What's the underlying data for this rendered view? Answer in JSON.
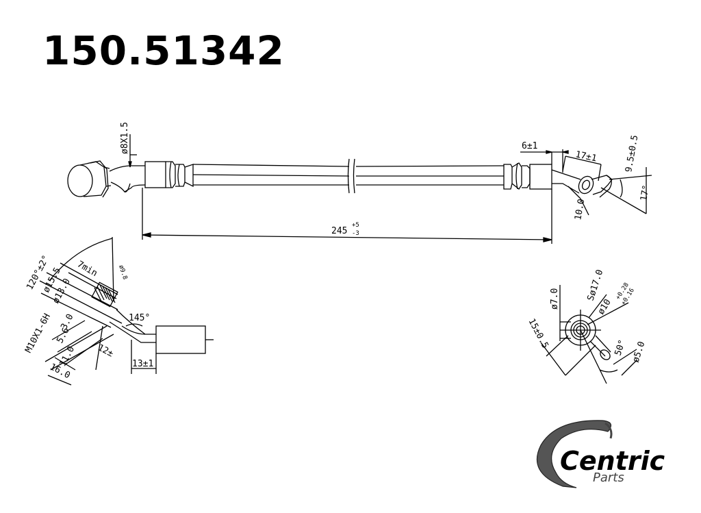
{
  "header": {
    "part_number": "150.51342"
  },
  "main_drawing": {
    "thread_label": "ø8X1.5",
    "length_label": "245",
    "length_tol_plus": "+5",
    "length_tol_minus": "-3",
    "end_offset_label": "6±1",
    "bend_length_label": "17±1",
    "bracket_offset_label": "9.5±0.5",
    "bracket_height_label": "10.0",
    "bend_angle_label": "17°"
  },
  "fitting_detail": {
    "angle_label": "120°±2°",
    "min_label": "7min",
    "dia_outer_label": "ø15.5",
    "dia_inner_label": "ø13.0",
    "thread_label": "M10X1-6H",
    "dim_3_label": "3.0",
    "dim_56_label": "5.6",
    "dim_11_label": "11.0",
    "dim_16_label": "16.0",
    "dim_12_label": "12±",
    "dim_13_label": "13±1",
    "bend_label": "145°",
    "small_dim_label": "ø9.8"
  },
  "banjo_detail": {
    "dia_7_label": "ø7.0",
    "sphere_label": "Sø17.0",
    "bore_label": "ø10",
    "bore_tol_plus": "+0.28",
    "bore_tol_minus": "+0.16",
    "offset_label": "15±0.5",
    "angle_label": "50°",
    "dia_5_label": "ø5.0"
  },
  "logo": {
    "brand": "Centric",
    "sub": "Parts"
  }
}
